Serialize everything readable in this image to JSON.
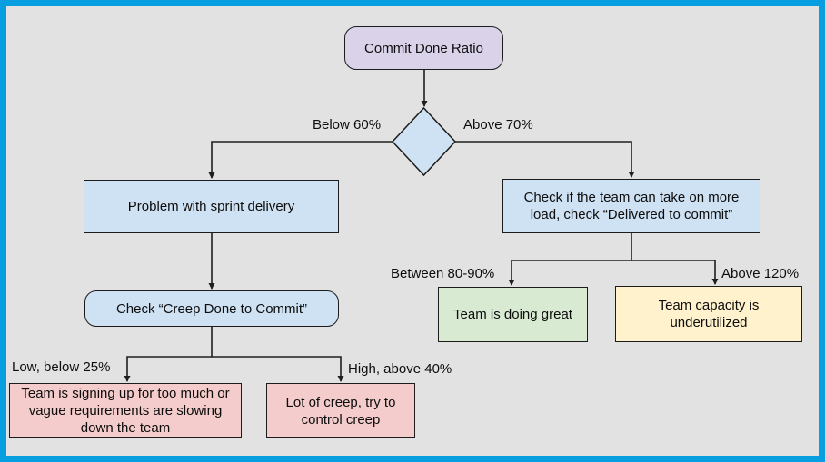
{
  "palette": {
    "frame_border": "#089fe0",
    "canvas_bg": "#e2e2e2",
    "node_border": "#1c1c1c",
    "connector": "#1f1f1f",
    "fill_purple": "#d9d2e9",
    "fill_blue": "#cfe2f3",
    "fill_pink": "#f4cccc",
    "fill_green": "#d9ead3",
    "fill_yellow": "#fff2cc"
  },
  "nodes": {
    "start": {
      "label": "Commit Done Ratio",
      "fill": "fill_purple"
    },
    "sprint_problem": {
      "label": "Problem with sprint delivery",
      "fill": "fill_blue"
    },
    "check_load": {
      "label": "Check if the team can take on more load, check “Delivered to commit”",
      "fill": "fill_blue"
    },
    "check_creep": {
      "label": "Check “Creep Done to Commit”",
      "fill": "fill_blue"
    },
    "too_much": {
      "label": "Team is signing up for too much or vague requirements are slowing down the team",
      "fill": "fill_pink"
    },
    "creep_control": {
      "label": "Lot of creep, try to control creep",
      "fill": "fill_pink"
    },
    "doing_great": {
      "label": "Team is doing great",
      "fill": "fill_green"
    },
    "underutilized": {
      "label": "Team capacity is underutilized",
      "fill": "fill_yellow"
    }
  },
  "edge_labels": {
    "below_60": "Below 60%",
    "above_70": "Above 70%",
    "low_below_25": "Low, below 25%",
    "high_above_40": "High, above 40%",
    "between_80_90": "Between 80-90%",
    "above_120": "Above 120%"
  }
}
